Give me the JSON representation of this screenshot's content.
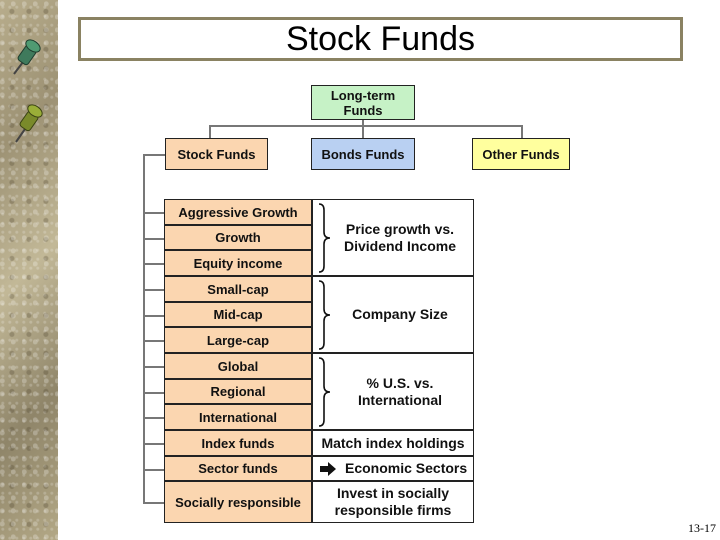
{
  "title": "Stock Funds",
  "root": {
    "label_line1": "Long-term",
    "label_line2": "Funds"
  },
  "level2": {
    "stock": "Stock Funds",
    "bonds": "Bonds Funds",
    "other": "Other Funds"
  },
  "categories": [
    "Aggressive Growth",
    "Growth",
    "Equity income",
    "Small-cap",
    "Mid-cap",
    "Large-cap",
    "Global",
    "Regional",
    "International",
    "Index funds",
    "Sector funds",
    "Socially responsible"
  ],
  "descriptions": {
    "price_growth_line1": "Price growth vs.",
    "price_growth_line2": "Dividend Income",
    "company_size": "Company Size",
    "us_intl_line1": "% U.S. vs.",
    "us_intl_line2": "International",
    "index": "Match index holdings",
    "sector": "Economic Sectors",
    "social_line1": "Invest in socially",
    "social_line2": "responsible firms"
  },
  "slide_number": "13-17",
  "colors": {
    "root": "#c6f2c6",
    "stock": "#fbd6b0",
    "bonds": "#b9d0f2",
    "other": "#ffff9e",
    "title_border": "#8a8262"
  },
  "icons": [
    "pushpin-icon",
    "pushpin-icon",
    "arrow-right-icon"
  ]
}
